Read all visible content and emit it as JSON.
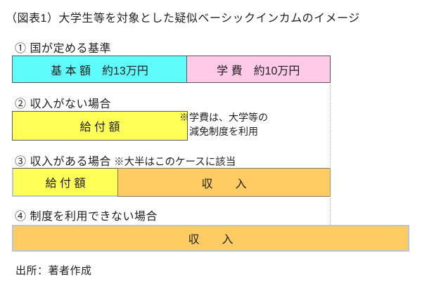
{
  "title": "（図表1）大学生等を対象とした疑似ベーシックインカムのイメージ",
  "colors": {
    "cyan": "#5ffcfc",
    "pink": "#ffc9e8",
    "yellow": "#ffff57",
    "orange": "#ffcb63",
    "border_dark": "#595959",
    "border_brown": "#8a7a52",
    "border_light": "#b8c6d8",
    "text": "#1f1f1f"
  },
  "sections": [
    {
      "label": "① 国が定める基準",
      "segments": [
        {
          "name": "basic-amount",
          "text": "基 本 額　約13万円"
        },
        {
          "name": "tuition",
          "text": "学 費　約10万円"
        }
      ]
    },
    {
      "label": "② 収入がない場合",
      "segments": [
        {
          "name": "benefit-amount",
          "text": "給 付 額"
        }
      ],
      "side_note_line1": "※学費は、大学等の",
      "side_note_line2": "減免制度を利用"
    },
    {
      "label": "③ 収入がある場合",
      "label_note": "※大半はこのケースに該当",
      "segments": [
        {
          "name": "benefit-amount",
          "text": "給 付 額"
        },
        {
          "name": "income",
          "text": "収　　入"
        }
      ]
    },
    {
      "label": "④ 制度を利用できない場合",
      "segments": [
        {
          "name": "income",
          "text": "収　　入"
        }
      ]
    }
  ],
  "source": "出所：著者作成"
}
